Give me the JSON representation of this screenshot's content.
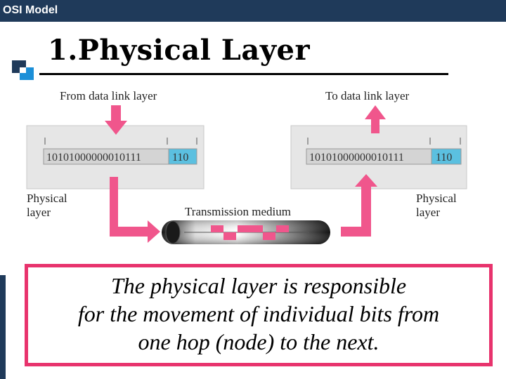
{
  "header": {
    "title": "OSI Model"
  },
  "slide": {
    "title": "1.Physical Layer"
  },
  "diagram": {
    "left": {
      "top_label": "From data link layer",
      "bits": "10101000000010111",
      "tail": "110",
      "side_label": [
        "Physical",
        "layer"
      ]
    },
    "right": {
      "top_label": "To data link layer",
      "bits": "10101000000010111",
      "tail": "110",
      "side_label": [
        "Physical",
        "layer"
      ]
    },
    "medium_label": "Transmission medium"
  },
  "note": {
    "lines": [
      "The physical layer is responsible",
      "for the movement of individual bits from",
      "one hop (node) to the next."
    ]
  },
  "colors": {
    "topbar": "#1f3a5a",
    "accent_pink": "#e8336d",
    "arrow_pink": "#f0568c",
    "tail_blue": "#5bc0e0"
  }
}
